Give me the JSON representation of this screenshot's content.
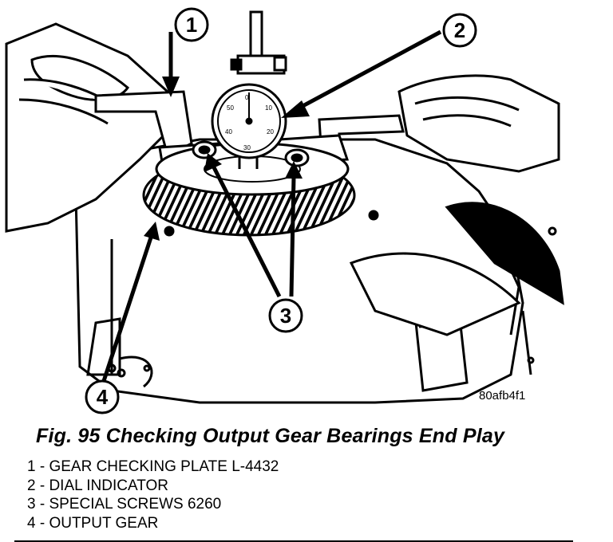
{
  "figure": {
    "callouts": [
      {
        "number": "1"
      },
      {
        "number": "2"
      },
      {
        "number": "3"
      },
      {
        "number": "4"
      }
    ],
    "image_code": "80afb4f1",
    "caption": "Fig. 95 Checking Output Gear Bearings End Play",
    "legend": [
      {
        "text": "1 - GEAR CHECKING PLATE L-4432"
      },
      {
        "text": "2 - DIAL INDICATOR"
      },
      {
        "text": "3 - SPECIAL SCREWS 6260"
      },
      {
        "text": "4 - OUTPUT GEAR"
      }
    ]
  }
}
